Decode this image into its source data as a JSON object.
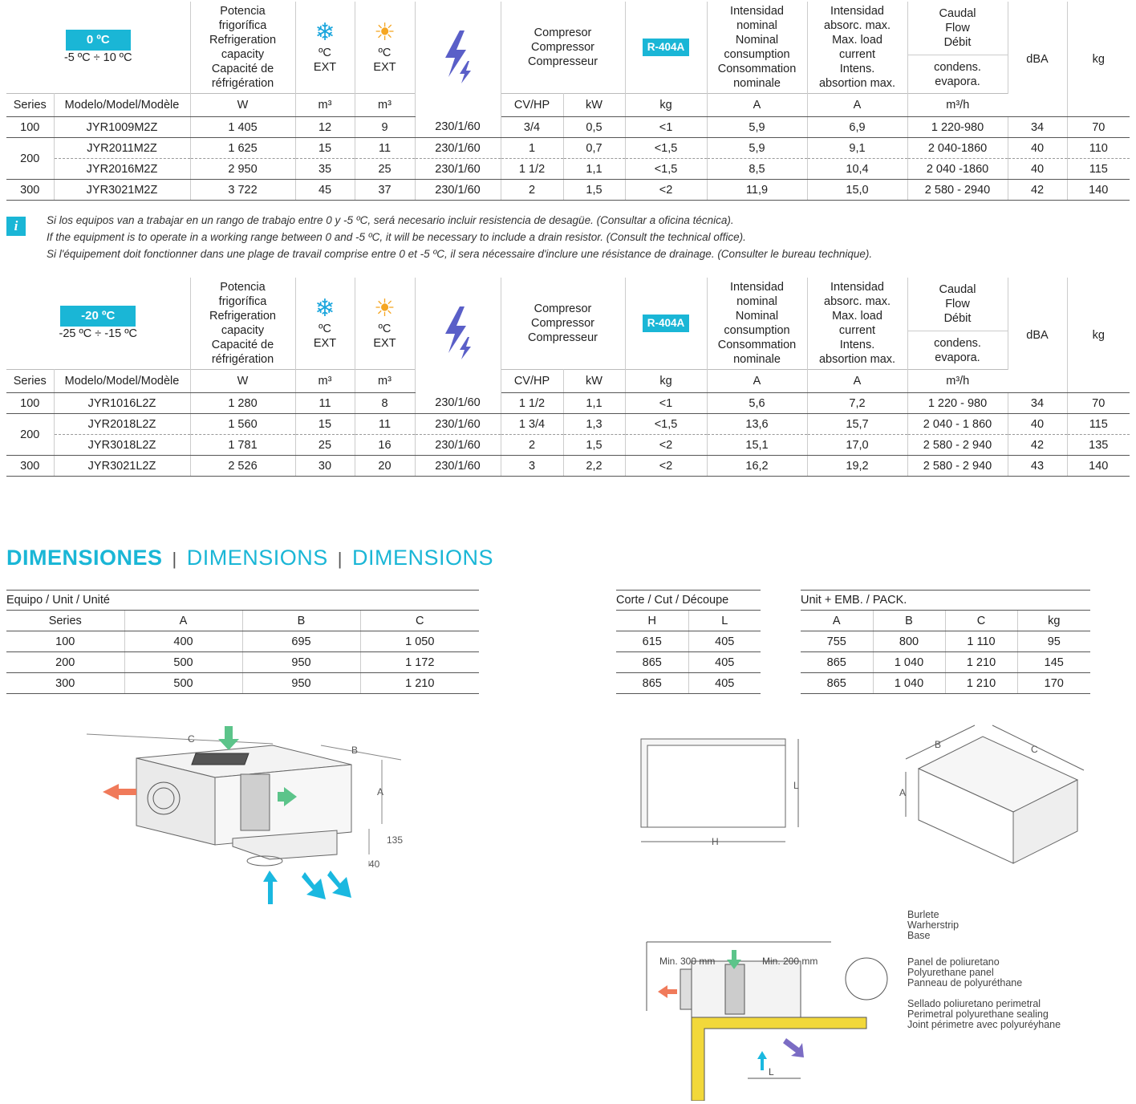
{
  "table_m": {
    "badge": "0 ºC",
    "range": "-5 ºC ÷ 10 ºC",
    "rows": [
      {
        "series": "100",
        "model": "JYR1009M2Z",
        "w": "1 405",
        "m1": "12",
        "m2": "9",
        "volt": "230/1/60",
        "cv": "3/4",
        "kw": "0,5",
        "kg": "<1",
        "a1": "5,9",
        "a2": "6,9",
        "flow": "1 220-980",
        "dba": "34",
        "weight": "70"
      },
      {
        "series": "200",
        "model": "JYR2011M2Z",
        "w": "1 625",
        "m1": "15",
        "m2": "11",
        "volt": "230/1/60",
        "cv": "1",
        "kw": "0,7",
        "kg": "<1,5",
        "a1": "5,9",
        "a2": "9,1",
        "flow": "2 040-1860",
        "dba": "40",
        "weight": "110"
      },
      {
        "series": "",
        "model": "JYR2016M2Z",
        "w": "2 950",
        "m1": "35",
        "m2": "25",
        "volt": "230/1/60",
        "cv": "1 1/2",
        "kw": "1,1",
        "kg": "<1,5",
        "a1": "8,5",
        "a2": "10,4",
        "flow": "2 040 -1860",
        "dba": "40",
        "weight": "115"
      },
      {
        "series": "300",
        "model": "JYR3021M2Z",
        "w": "3 722",
        "m1": "45",
        "m2": "37",
        "volt": "230/1/60",
        "cv": "2",
        "kw": "1,5",
        "kg": "<2",
        "a1": "11,9",
        "a2": "15,0",
        "flow": "2 580 - 2940",
        "dba": "42",
        "weight": "140"
      }
    ]
  },
  "table_l": {
    "badge": "-20 ºC",
    "range": "-25 ºC ÷ -15 ºC",
    "rows": [
      {
        "series": "100",
        "model": "JYR1016L2Z",
        "w": "1 280",
        "m1": "11",
        "m2": "8",
        "volt": "230/1/60",
        "cv": "1 1/2",
        "kw": "1,1",
        "kg": "<1",
        "a1": "5,6",
        "a2": "7,2",
        "flow": "1 220 - 980",
        "dba": "34",
        "weight": "70"
      },
      {
        "series": "200",
        "model": "JYR2018L2Z",
        "w": "1 560",
        "m1": "15",
        "m2": "11",
        "volt": "230/1/60",
        "cv": "1 3/4",
        "kw": "1,3",
        "kg": "<1,5",
        "a1": "13,6",
        "a2": "15,7",
        "flow": "2 040 - 1 860",
        "dba": "40",
        "weight": "115"
      },
      {
        "series": "",
        "model": "JYR3018L2Z",
        "w": "1 781",
        "m1": "25",
        "m2": "16",
        "volt": "230/1/60",
        "cv": "2",
        "kw": "1,5",
        "kg": "<2",
        "a1": "15,1",
        "a2": "17,0",
        "flow": "2 580 - 2 940",
        "dba": "42",
        "weight": "135"
      },
      {
        "series": "300",
        "model": "JYR3021L2Z",
        "w": "2 526",
        "m1": "30",
        "m2": "20",
        "volt": "230/1/60",
        "cv": "3",
        "kw": "2,2",
        "kg": "<2",
        "a1": "16,2",
        "a2": "19,2",
        "flow": "2 580 - 2 940",
        "dba": "43",
        "weight": "140"
      }
    ]
  },
  "headers": {
    "potencia": [
      "Potencia",
      "frigorífica",
      "Refrigeration",
      "capacity",
      "Capacité de",
      "réfrigération"
    ],
    "ext_label": "ºC",
    "ext_sub": "EXT",
    "compresor": [
      "Compresor",
      "Compressor",
      "Compresseur"
    ],
    "refrigerant": "R-404A",
    "intensidad": [
      "Intensidad",
      "nominal",
      "Nominal",
      "consumption",
      "Consommation",
      "nominale"
    ],
    "absorc": [
      "Intensidad",
      "absorc. max.",
      "Max. load",
      "current",
      "Intens.",
      "absortion max."
    ],
    "caudal": [
      "Caudal",
      "Flow",
      "Débit"
    ],
    "condens": [
      "condens.",
      "evapora."
    ],
    "dba": "dBA",
    "kg": "kg",
    "series": "Series",
    "model": "Modelo/Model/Modèle",
    "unit_w": "W",
    "unit_m3": "m³",
    "unit_cv": "CV/HP",
    "unit_kw": "kW",
    "unit_kg": "kg",
    "unit_a": "A",
    "unit_flow": "m³/h"
  },
  "note": {
    "es": "Si los equipos van a trabajar en un rango de trabajo entre 0 y -5 ºC, será necesario incluir resistencia de desagüe. (Consultar a oficina técnica).",
    "en": "If the equipment is to operate in a working range between 0 and -5 ºC, it will be necessary to include a drain resistor. (Consult the technical office).",
    "fr": "Si l'équipement doit fonctionner dans une plage de travail comprise entre 0 et -5 ºC, il sera nécessaire d'inclure une résistance de drainage. (Consulter le bureau technique)."
  },
  "dimensions": {
    "title_es": "DIMENSIONES",
    "title_en": "DIMENSIONS",
    "title_fr": "DIMENSIONS",
    "equipo": {
      "caption": "Equipo / Unit / Unité",
      "headers": [
        "Series",
        "A",
        "B",
        "C"
      ],
      "rows": [
        [
          "100",
          "400",
          "695",
          "1 050"
        ],
        [
          "200",
          "500",
          "950",
          "1 172"
        ],
        [
          "300",
          "500",
          "950",
          "1 210"
        ]
      ]
    },
    "corte": {
      "caption": "Corte / Cut / Découpe",
      "headers": [
        "H",
        "L"
      ],
      "rows": [
        [
          "615",
          "405"
        ],
        [
          "865",
          "405"
        ],
        [
          "865",
          "405"
        ]
      ]
    },
    "pack": {
      "caption": "Unit + EMB. / PACK.",
      "headers": [
        "A",
        "B",
        "C",
        "kg"
      ],
      "rows": [
        [
          "755",
          "800",
          "1 110",
          "95"
        ],
        [
          "865",
          "1 040",
          "1 210",
          "145"
        ],
        [
          "865",
          "1 040",
          "1 210",
          "170"
        ]
      ]
    }
  },
  "drawing_labels": {
    "c": "C",
    "b": "B",
    "a": "A",
    "h": "H",
    "l": "L",
    "d135": "135",
    "d40": "40",
    "min300": "Min. 300 mm",
    "min200": "Min. 200 mm",
    "burlete": [
      "Burlete",
      "Warherstrip",
      "Base"
    ],
    "panel": [
      "Panel de poliuretano",
      "Polyurethane panel",
      "Panneau de polyuréthane"
    ],
    "sellado": [
      "Sellado poliuretano perimetral",
      "Perimetral polyurethane sealing",
      "Joint périmetre avec polyuréyhane"
    ]
  },
  "colors": {
    "accent": "#1ab6d6",
    "snow": "#1ba6dd",
    "sun": "#f5a623",
    "bolt": "#5a5fc8",
    "arrow_red": "#f07a5a",
    "arrow_green": "#5cc48a",
    "arrow_cyan": "#1ab8e0",
    "arrow_purple": "#7b6cc4",
    "panel": "#f2d83a"
  }
}
